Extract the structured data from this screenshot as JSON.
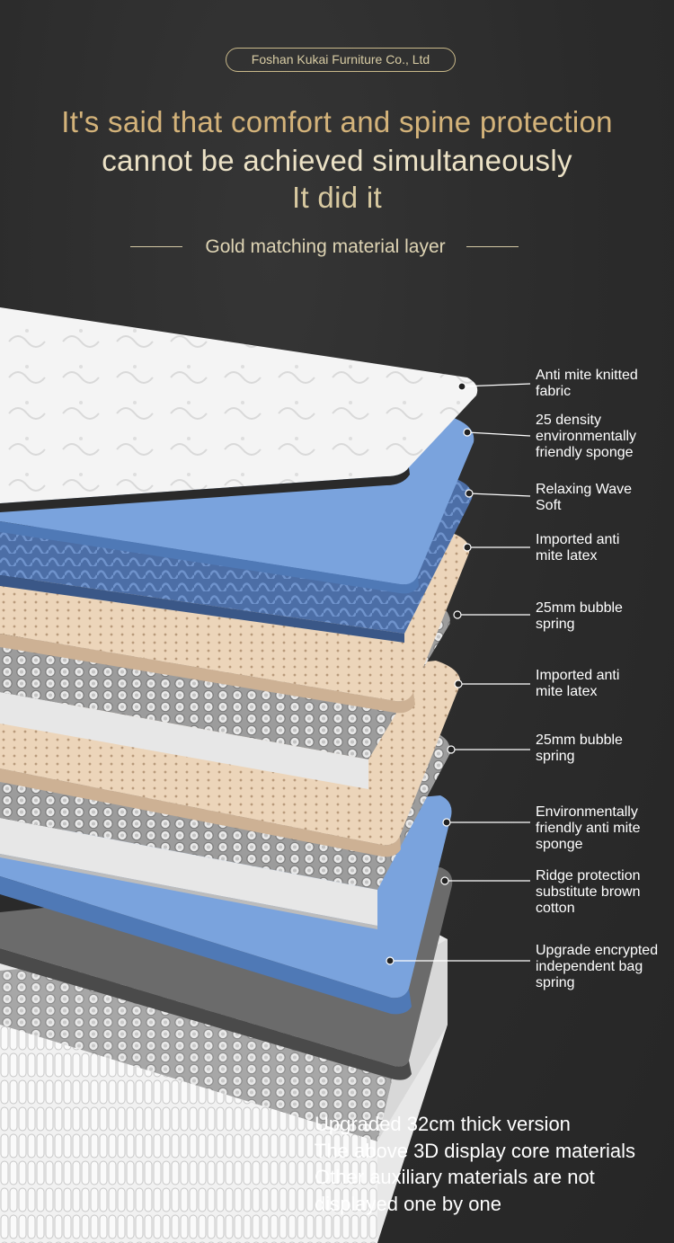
{
  "header": {
    "company": "Foshan Kukai Furniture Co., Ltd",
    "headline_line1": "It's said that comfort and spine protection",
    "headline_line2": "cannot be achieved simultaneously",
    "headline_line3": "It did it",
    "section_title": "Gold matching material layer"
  },
  "layers": [
    {
      "label_line1": "Anti mite knitted",
      "label_line2": "fabric",
      "label_line3": ""
    },
    {
      "label_line1": "25 density",
      "label_line2": "environmentally",
      "label_line3": "friendly sponge"
    },
    {
      "label_line1": "Relaxing Wave",
      "label_line2": "Soft",
      "label_line3": ""
    },
    {
      "label_line1": "Imported anti",
      "label_line2": "mite latex",
      "label_line3": ""
    },
    {
      "label_line1": "25mm bubble",
      "label_line2": "spring",
      "label_line3": ""
    },
    {
      "label_line1": "Imported anti",
      "label_line2": "mite latex",
      "label_line3": ""
    },
    {
      "label_line1": "25mm bubble",
      "label_line2": "spring",
      "label_line3": ""
    },
    {
      "label_line1": "Environmentally",
      "label_line2": "friendly anti mite",
      "label_line3": "sponge"
    },
    {
      "label_line1": "Ridge protection",
      "label_line2": "substitute brown",
      "label_line3": "cotton"
    },
    {
      "label_line1": "Upgrade encrypted",
      "label_line2": "independent bag",
      "label_line3": "spring"
    }
  ],
  "footer": {
    "line1": "Upgraded 32cm thick version",
    "line2": "The above 3D display core materials",
    "line3": "Other auxiliary materials are not",
    "line4": "displayed one by one"
  },
  "colors": {
    "background": "#2d2d2d",
    "gold": "#d4b37a",
    "cream": "#ece2c6",
    "sponge_blue": "#6f9ad6",
    "wave_blue": "#4c6ea6",
    "latex_beige": "#e8cfb2",
    "cotton_gray": "#6b6b6b",
    "fabric_white": "#f2f2f2"
  }
}
